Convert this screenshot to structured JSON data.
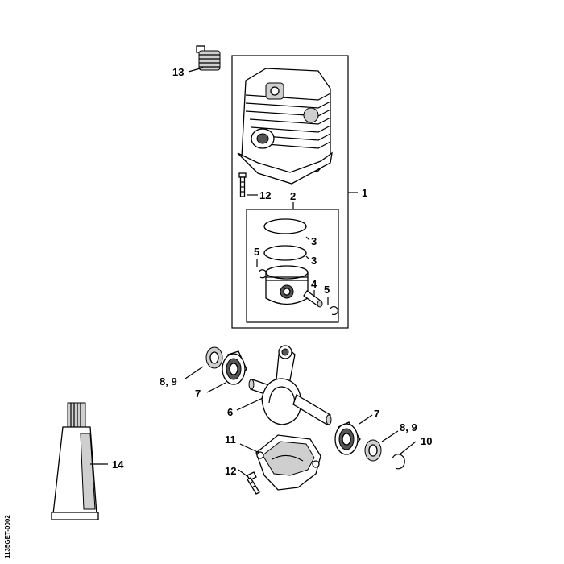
{
  "callouts": {
    "c1": "1",
    "c2": "2",
    "c3a": "3",
    "c3b": "3",
    "c4": "4",
    "c5a": "5",
    "c5b": "5",
    "c6": "6",
    "c7a": "7",
    "c7b": "7",
    "c89a": "8, 9",
    "c89b": "8, 9",
    "c10": "10",
    "c11": "11",
    "c12a": "12",
    "c12b": "12",
    "c13": "13",
    "c14": "14"
  },
  "side_code": "1135GET-0002",
  "colors": {
    "ink": "#000000",
    "paper": "#ffffff",
    "shade": "#cfcfcf"
  }
}
